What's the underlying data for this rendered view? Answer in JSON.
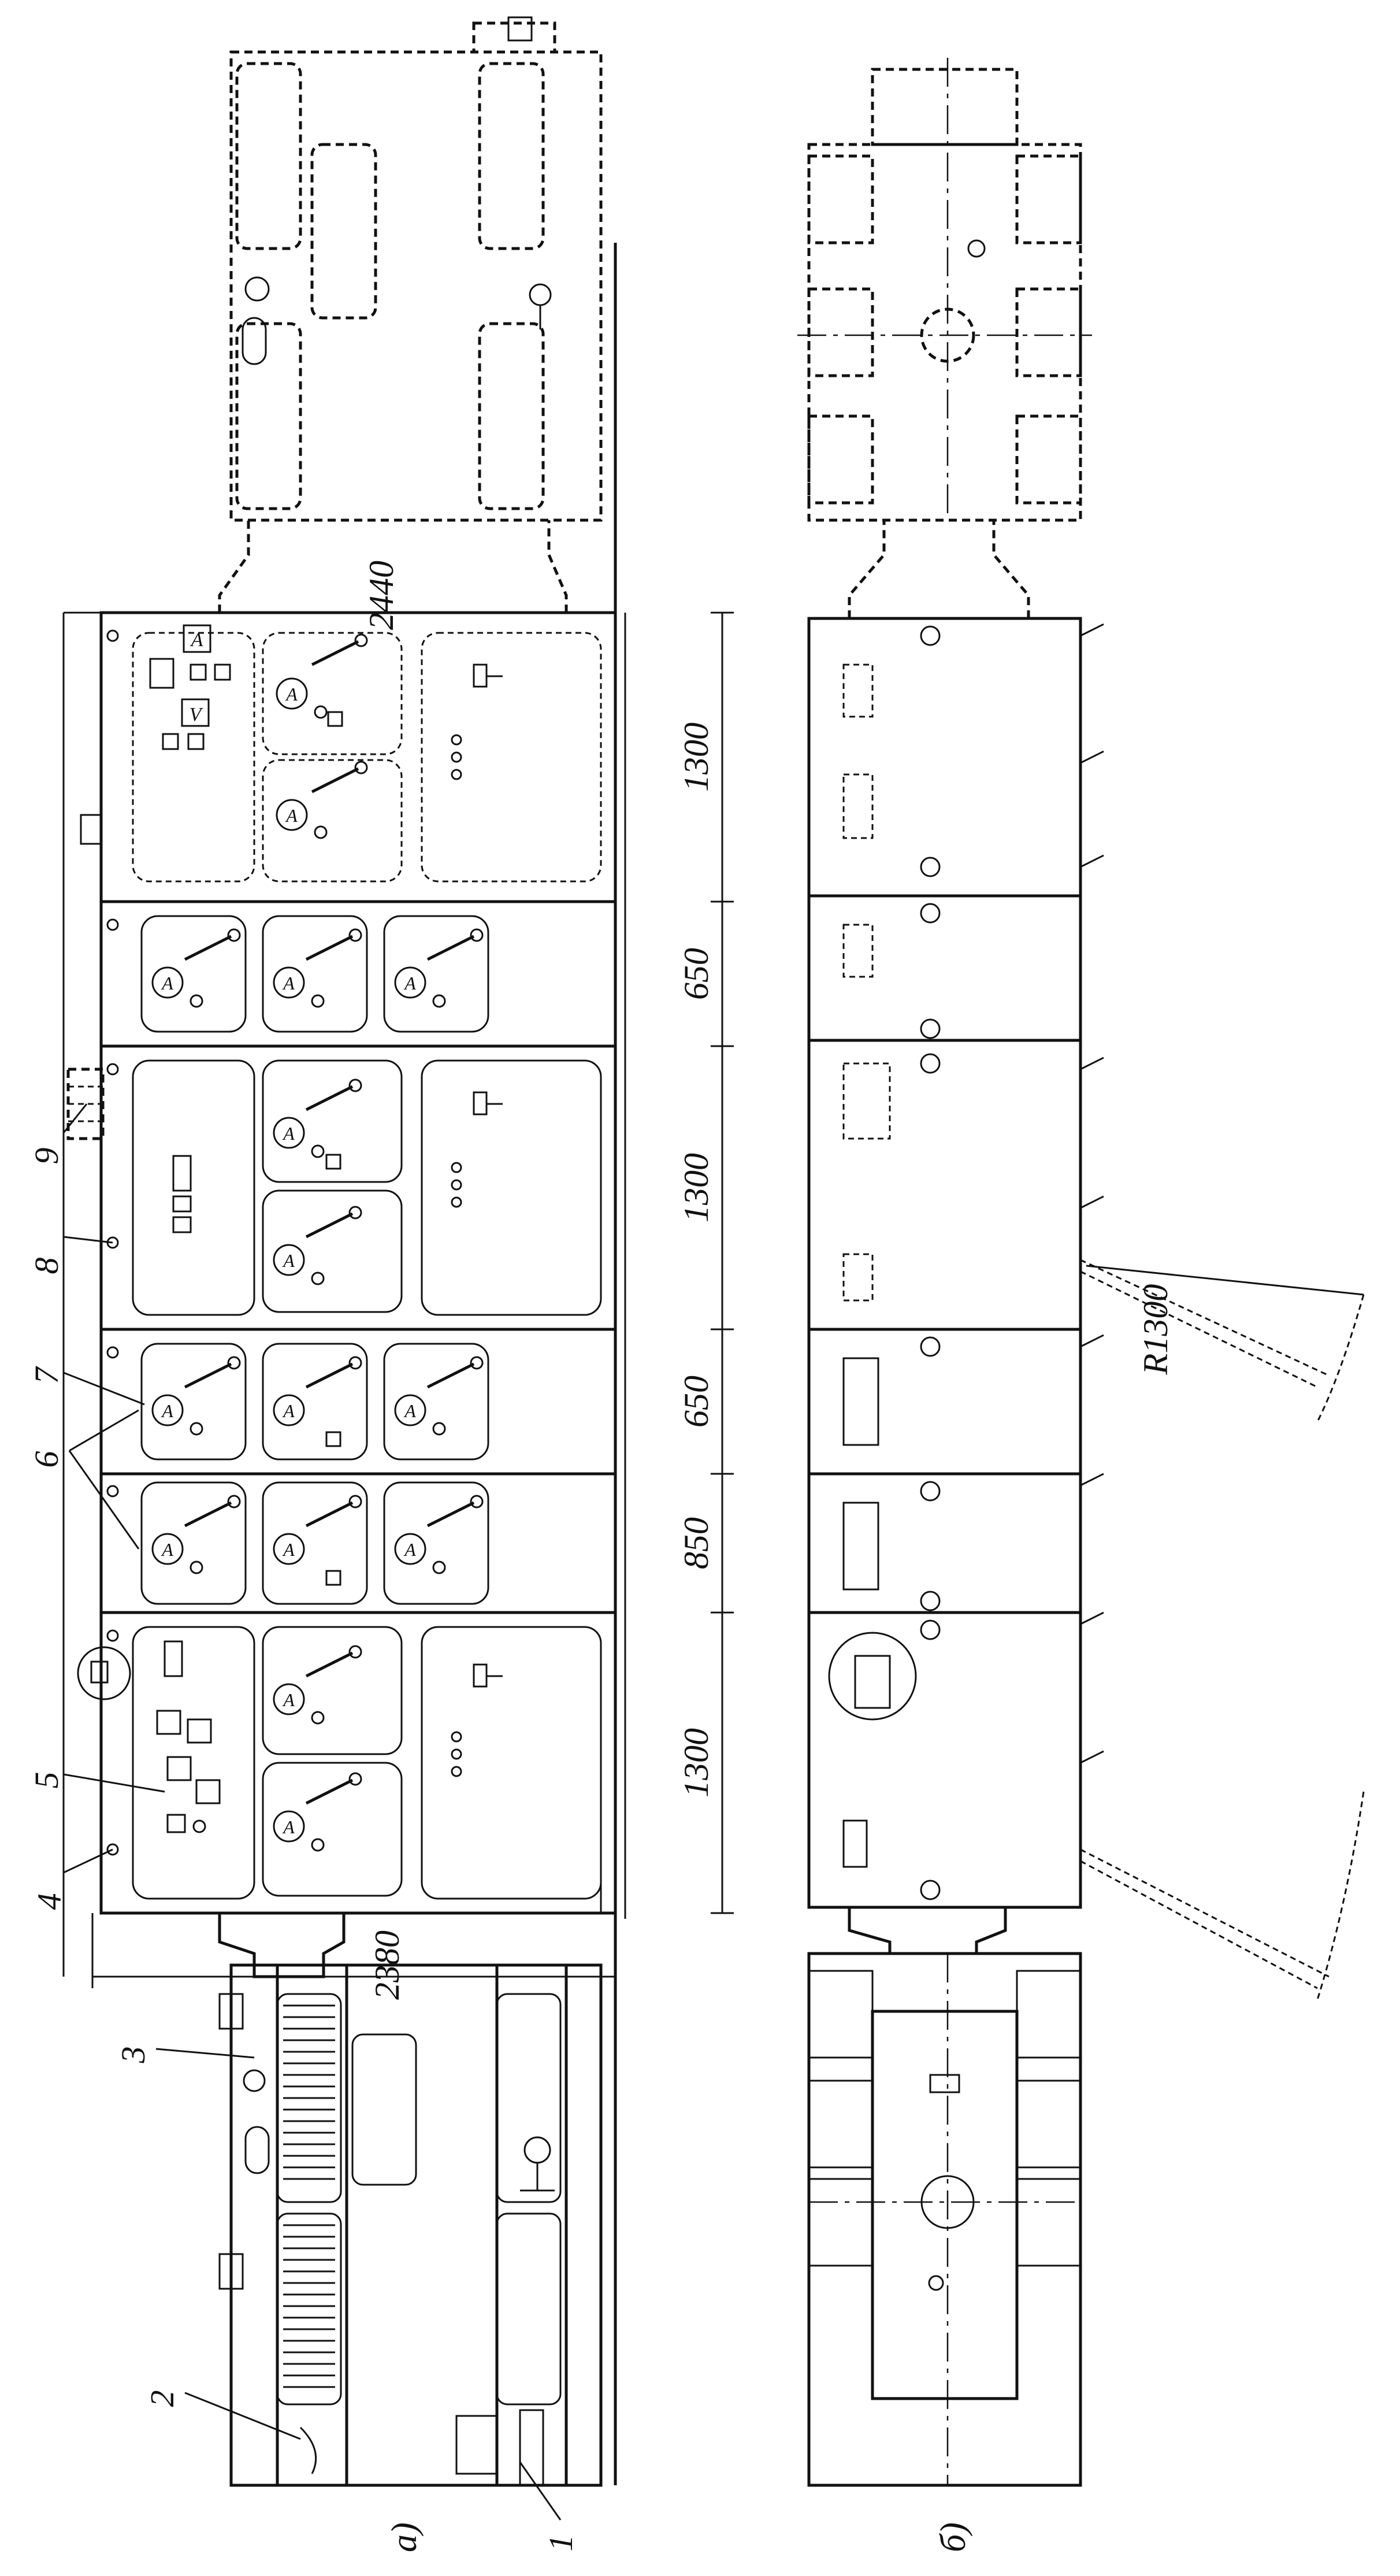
{
  "figure": {
    "view_a_label": "а)",
    "view_b_label": "б)",
    "callouts": [
      "1",
      "2",
      "3",
      "4",
      "5",
      "6",
      "7",
      "8",
      "9"
    ],
    "dimensions": {
      "width_top": "2440",
      "width_bottom": "2380",
      "sections": [
        "1300",
        "650",
        "1300",
        "650",
        "850",
        "1300"
      ],
      "radius": "R1300"
    },
    "instrument_letters": {
      "ammeter": "A",
      "voltmeter": "V"
    }
  }
}
